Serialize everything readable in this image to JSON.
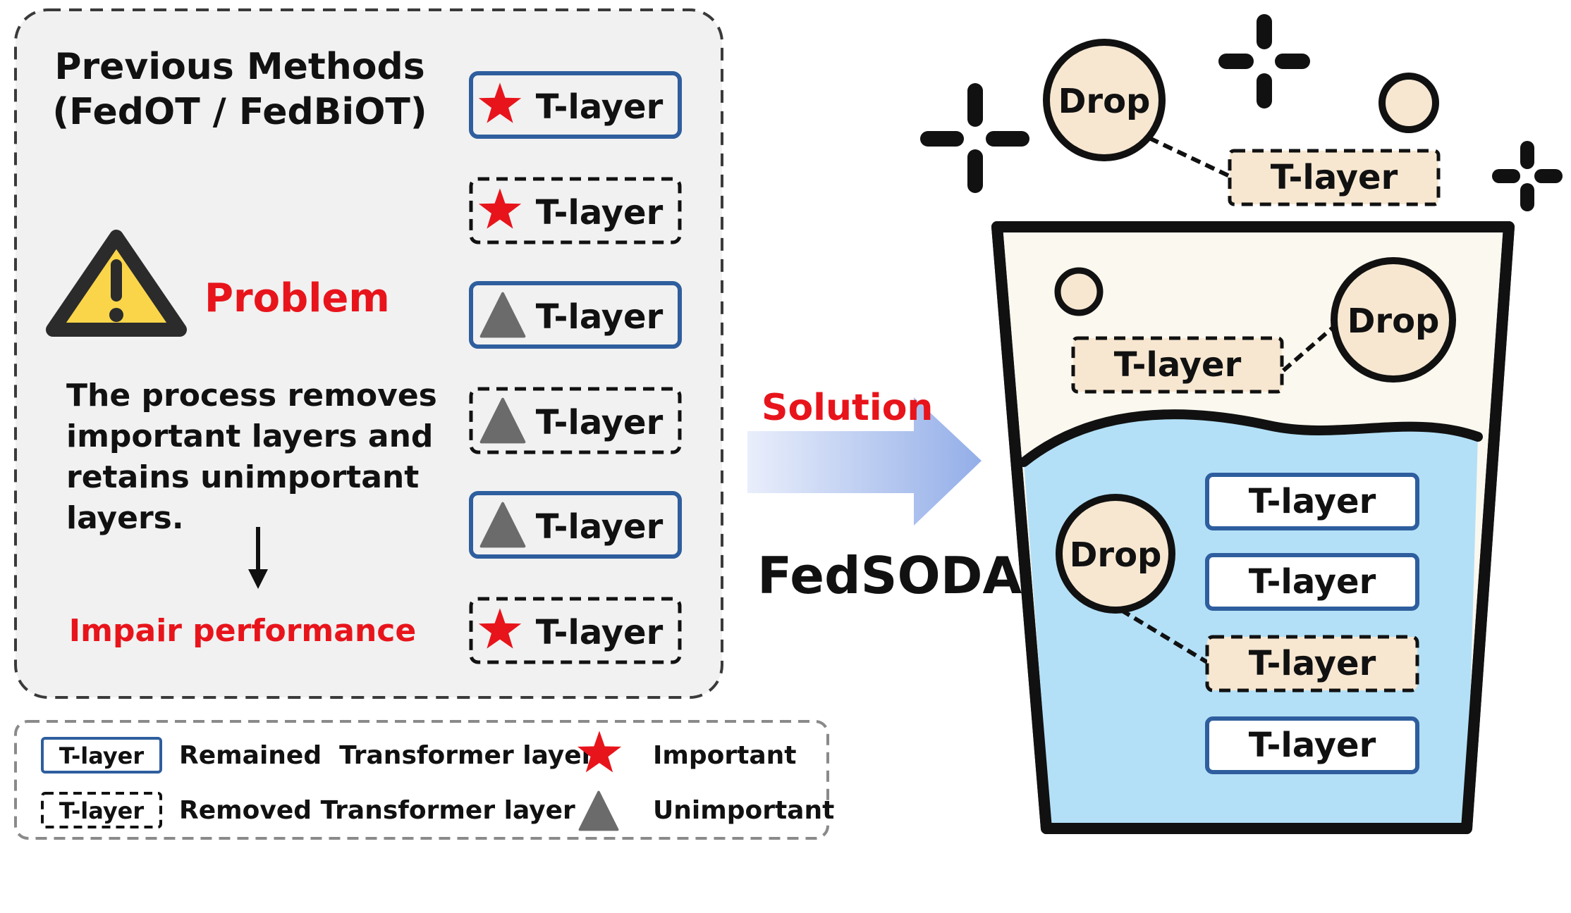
{
  "left_panel": {
    "title_line1": "Previous Methods",
    "title_line2": "(FedOT / FedBiOT)",
    "problem_label": "Problem",
    "description_lines": [
      "The process removes",
      "important layers and",
      "retains unimportant",
      "layers."
    ],
    "impact": "Impair performance",
    "layers": [
      {
        "label": "T-layer",
        "style": "remained",
        "marker": "star-icon"
      },
      {
        "label": "T-layer",
        "style": "removed",
        "marker": "star-icon"
      },
      {
        "label": "T-layer",
        "style": "remained",
        "marker": "triangle-icon"
      },
      {
        "label": "T-layer",
        "style": "removed",
        "marker": "triangle-icon"
      },
      {
        "label": "T-layer",
        "style": "remained",
        "marker": "triangle-icon"
      },
      {
        "label": "T-layer",
        "style": "removed",
        "marker": "star-icon"
      }
    ]
  },
  "legend": {
    "remained_box": "T-layer",
    "remained_text": "Remained  Transformer layer",
    "removed_box": "T-layer",
    "removed_text": "Removed Transformer layer",
    "important_text": "Important",
    "unimportant_text": "Unimportant"
  },
  "arrow": {
    "solution_label": "Solution",
    "method_name": "FedSODA"
  },
  "cup": {
    "top_drop_label": "Drop",
    "top_layer_label": "T-layer",
    "mid_drop_label": "Drop",
    "mid_layer_label": "T-layer",
    "water_drop_label": "Drop",
    "water_layers": [
      {
        "label": "T-layer",
        "style": "remained"
      },
      {
        "label": "T-layer",
        "style": "remained"
      },
      {
        "label": "T-layer",
        "style": "removed"
      },
      {
        "label": "T-layer",
        "style": "remained"
      }
    ]
  },
  "colors": {
    "panel_bg": "#f1f1f1",
    "remained_border": "#2e5e9e",
    "red": "#e8141b",
    "gray_marker": "#6b6b6b",
    "beige": "#f7e7d1",
    "water": "#b3e0f7",
    "cup_top": "#fbf8ef",
    "warning_yellow": "#fad54a"
  }
}
